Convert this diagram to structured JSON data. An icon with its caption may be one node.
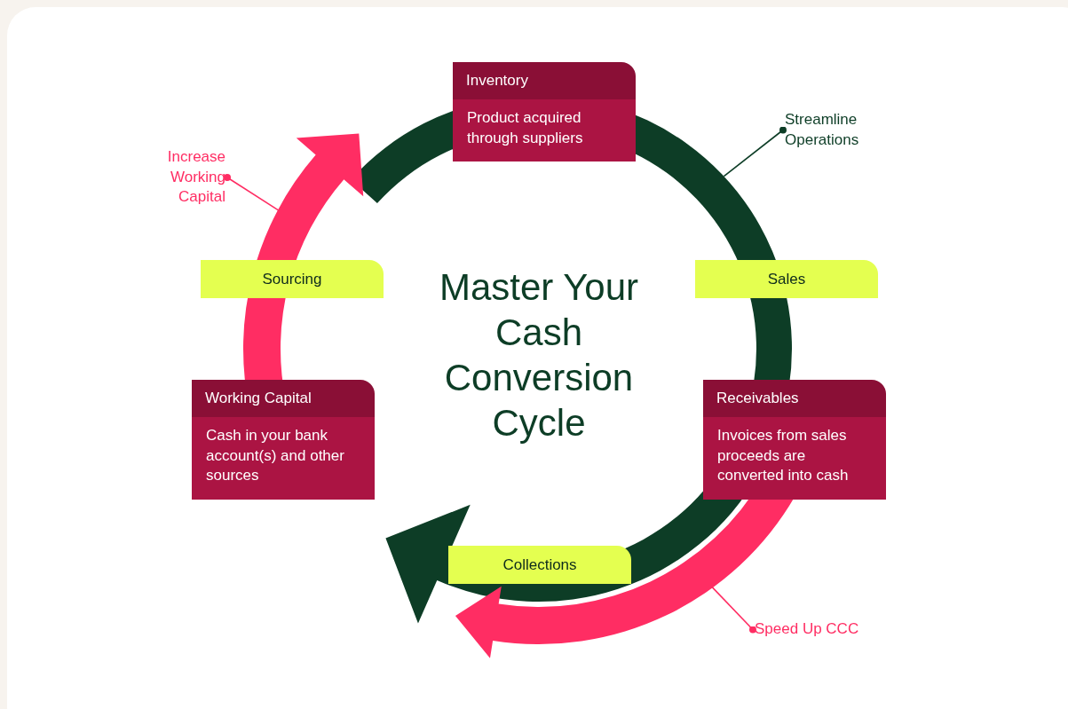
{
  "diagram": {
    "title": "Master Your Cash Conversion Cycle",
    "nodes": [
      {
        "text": [
          "Inventory",
          "Product acquired through suppliers"
        ]
      },
      {
        "text": [
          "Sales"
        ]
      },
      {
        "text": [
          "Receivables",
          "Invoices from sales proceeds are converted into cash"
        ]
      },
      {
        "text": [
          "Collections"
        ]
      },
      {
        "text": [
          "Working Capital",
          "Cash in your bank account(s) and other sources"
        ]
      },
      {
        "text": [
          "Sourcing"
        ]
      },
      {
        "text": [
          "Increase Working Capital"
        ]
      },
      {
        "text": [
          "Streamline Operations"
        ]
      },
      {
        "text": [
          "Speed Up CCC"
        ]
      }
    ],
    "edges": [
      {
        "from": null,
        "to": 4,
        "arrow": "to",
        "style": "thick",
        "color": "#0d3d26"
      },
      {
        "from": 4,
        "to": 0,
        "arrow": "to",
        "style": "thick"
      },
      {
        "from": 2,
        "to": 3,
        "arrow": "to",
        "style": "thick"
      },
      {
        "from": 6,
        "to": null,
        "arrow": "other"
      },
      {
        "from": 7,
        "to": null,
        "arrow": "other",
        "color": "#0d3d26"
      },
      {
        "from": 8,
        "to": null,
        "arrow": "other"
      }
    ]
  }
}
